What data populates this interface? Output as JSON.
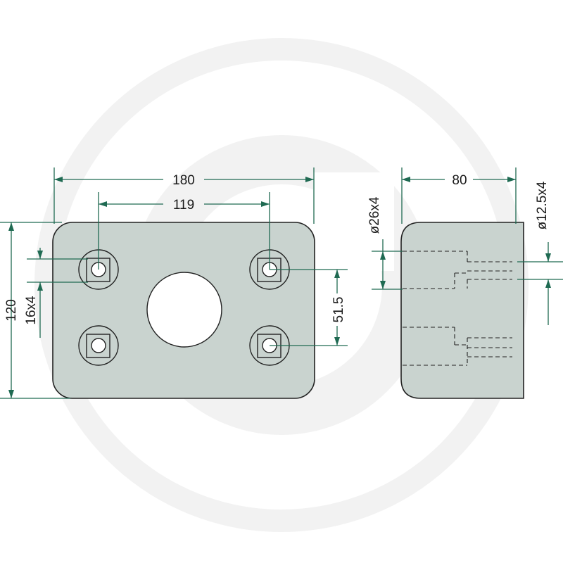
{
  "colors": {
    "part_fill": "#c9d3cf",
    "dimension_line": "#1f6a52",
    "outline": "#222222",
    "watermark": "#f2f2f2"
  },
  "watermark": {
    "icon": "granit-logo-watermark"
  },
  "dimensions": {
    "width": "180",
    "hole_spacing_horizontal": "119",
    "height": "120",
    "square_hole": "16x4",
    "hole_spacing_vertical": "51.5",
    "depth": "80",
    "counterbore_diameter": "ø26x4",
    "bore_diameter": "ø12.5x4"
  }
}
